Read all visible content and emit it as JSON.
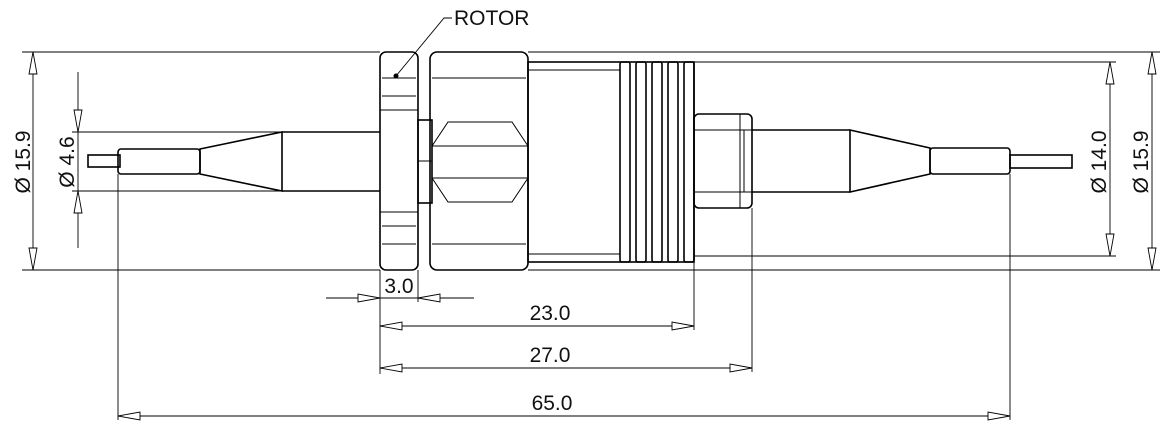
{
  "callout": {
    "rotor": "ROTOR"
  },
  "dimensions": {
    "left_outer_diameter": "Ø 15.9",
    "left_shaft_diameter": "Ø 4.6",
    "right_body_diameter": "Ø 14.0",
    "right_outer_diameter": "Ø 15.9",
    "rotor_width": "3.0",
    "length_a": "23.0",
    "length_b": "27.0",
    "overall_length": "65.0"
  }
}
